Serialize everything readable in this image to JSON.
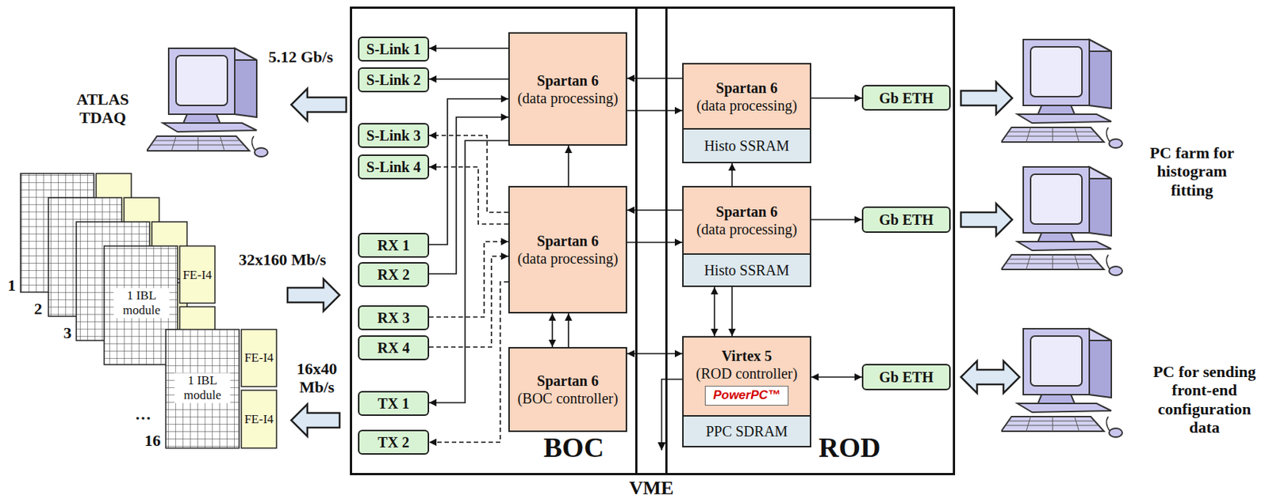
{
  "diagram": {
    "nodes": [
      {
        "text": [
          "BOC"
        ]
      },
      {
        "text": [
          "ROD"
        ]
      },
      {
        "text": [
          "S-Link 1"
        ],
        "in": 0
      },
      {
        "text": [
          "S-Link 2"
        ],
        "in": 0
      },
      {
        "text": [
          "S-Link 3"
        ],
        "in": 0
      },
      {
        "text": [
          "S-Link 4"
        ],
        "in": 0
      },
      {
        "text": [
          "RX 1"
        ],
        "in": 0
      },
      {
        "text": [
          "RX 2"
        ],
        "in": 0
      },
      {
        "text": [
          "RX 3"
        ],
        "in": 0
      },
      {
        "text": [
          "RX 4"
        ],
        "in": 0
      },
      {
        "text": [
          "TX 1"
        ],
        "in": 0
      },
      {
        "text": [
          "TX 2"
        ],
        "in": 0
      },
      {
        "text": [
          "Spartan 6",
          "(data processing)"
        ],
        "in": 0
      },
      {
        "text": [
          "Spartan 6",
          "(data processing)"
        ],
        "in": 0
      },
      {
        "text": [
          "Spartan 6",
          "(BOC controller)"
        ],
        "in": 0
      },
      {
        "text": [
          "Spartan 6",
          "(data processing)"
        ],
        "in": 1
      },
      {
        "text": [
          "Histo SSRAM"
        ],
        "in": 1
      },
      {
        "text": [
          "Spartan 6",
          "(data processing)"
        ],
        "in": 1
      },
      {
        "text": [
          "Histo SSRAM"
        ],
        "in": 1
      },
      {
        "text": [
          "Virtex 5",
          "(ROD controller)",
          "PowerPC™"
        ],
        "in": 1
      },
      {
        "text": [
          "PPC SDRAM"
        ],
        "in": 1
      },
      {
        "text": [
          "Gb ETH"
        ],
        "in": 1
      },
      {
        "text": [
          "Gb ETH"
        ],
        "in": 1
      },
      {
        "text": [
          "Gb ETH"
        ],
        "in": 1
      }
    ],
    "edges": [
      {
        "from": 12,
        "to": 2,
        "arrow": "to"
      },
      {
        "from": 12,
        "to": 3,
        "arrow": "to"
      },
      {
        "from": 6,
        "to": 12,
        "arrow": "to"
      },
      {
        "from": 7,
        "to": 12,
        "arrow": "to"
      },
      {
        "from": 12,
        "to": 10,
        "arrow": "to"
      },
      {
        "from": 13,
        "to": 4,
        "arrow": "to"
      },
      {
        "from": 13,
        "to": 5,
        "arrow": "to"
      },
      {
        "from": 8,
        "to": 13,
        "arrow": "to"
      },
      {
        "from": 9,
        "to": 13,
        "arrow": "to"
      },
      {
        "from": 13,
        "to": 11,
        "arrow": "to"
      },
      {
        "from": 13,
        "to": 12,
        "arrow": "to"
      },
      {
        "from": 14,
        "to": 13,
        "arrow": "both"
      },
      {
        "from": 14,
        "to": 13,
        "arrow": "to"
      },
      {
        "from": 15,
        "to": 12,
        "arrow": "to"
      },
      {
        "from": 12,
        "to": 15,
        "arrow": "to"
      },
      {
        "from": 17,
        "to": 13,
        "arrow": "to"
      },
      {
        "from": 13,
        "to": 17,
        "arrow": "to"
      },
      {
        "from": 14,
        "to": 19,
        "arrow": "both"
      },
      {
        "from": 17,
        "to": 16,
        "arrow": "to"
      },
      {
        "from": 18,
        "to": 19,
        "arrow": "both"
      },
      {
        "from": 18,
        "to": 19,
        "arrow": "to"
      },
      {
        "from": 15,
        "to": 21,
        "arrow": "to"
      },
      {
        "from": 17,
        "to": 22,
        "arrow": "to"
      },
      {
        "from": 19,
        "to": 23,
        "arrow": "both"
      }
    ],
    "labels": [
      "5.12 Gb/s",
      "ATLAS TDAQ",
      "32x160 Mb/s",
      "16x40 Mb/s",
      "PC farm for histogram fitting",
      "PC for sending front-end configuration data",
      "VME",
      "1",
      "2",
      "3",
      "…",
      "16",
      "1 IBL module",
      "FE-I4",
      "1 IBL module",
      "FE-I4",
      "FE-I4"
    ]
  }
}
